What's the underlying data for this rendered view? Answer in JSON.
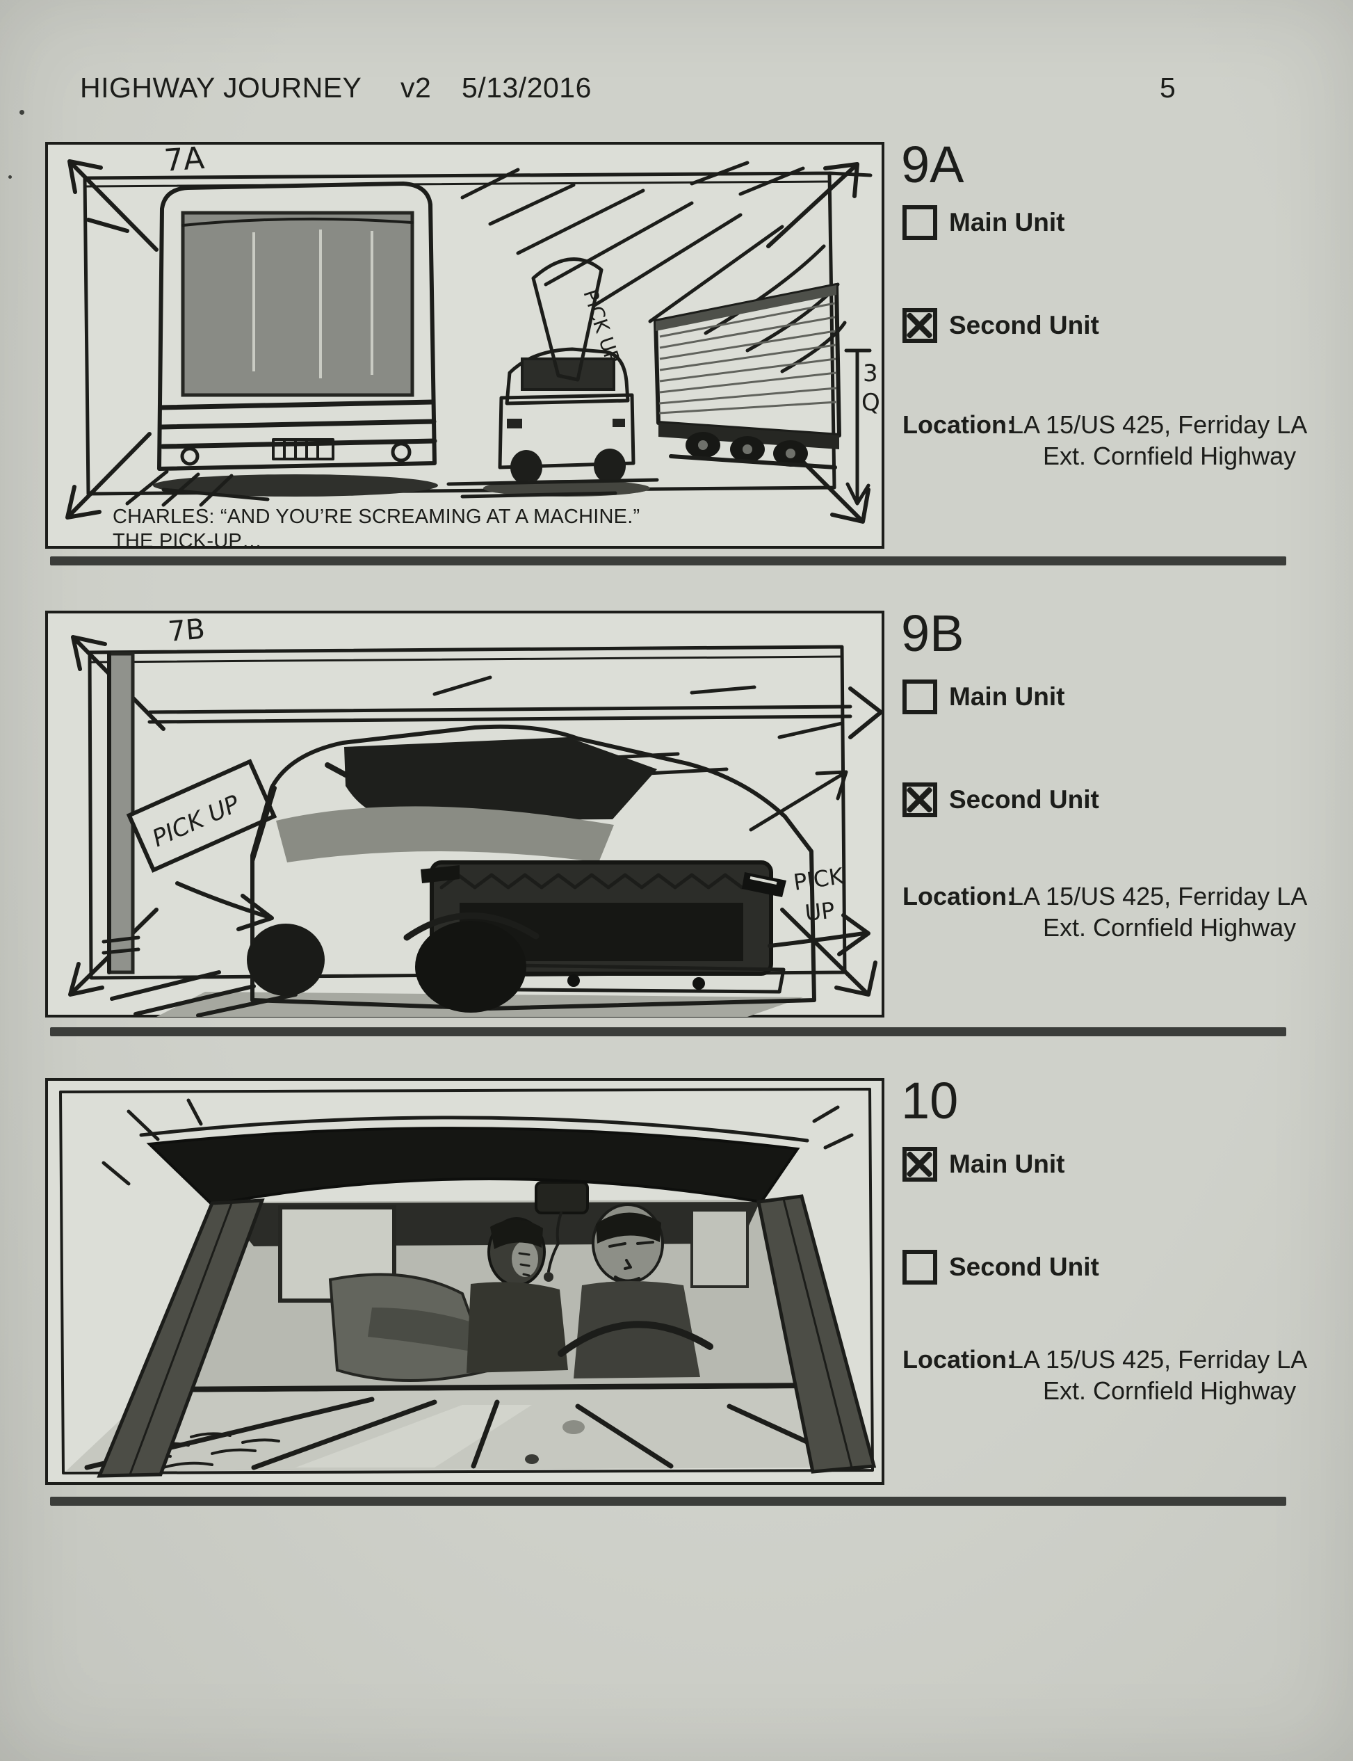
{
  "page": {
    "title": "HIGHWAY JOURNEY",
    "version": "v2",
    "date": "5/13/2016",
    "page_number": "5"
  },
  "labels": {
    "main_unit": "Main Unit",
    "second_unit": "Second Unit",
    "location": "Location:"
  },
  "panels": [
    {
      "id": "9A",
      "main_unit_checked": false,
      "second_unit_checked": true,
      "location_line1": "LA 15/US 425, Ferriday LA",
      "location_line2": "Ext. Cornfield Highway",
      "caption_line1": "CHARLES: “AND YOU’RE SCREAMING AT A MACHINE.”",
      "caption_line2": "THE PICK-UP…",
      "marks": {
        "scene": "7A",
        "banner": "PICK UP",
        "edge_top": "3",
        "edge_bottom": "Q"
      }
    },
    {
      "id": "9B",
      "main_unit_checked": false,
      "second_unit_checked": true,
      "location_line1": "LA 15/US 425, Ferriday LA",
      "location_line2": "Ext. Cornfield Highway",
      "marks": {
        "scene": "7B",
        "sign_left": "PICK UP",
        "sign_right_line1": "PICK",
        "sign_right_line2": "UP"
      }
    },
    {
      "id": "10",
      "main_unit_checked": true,
      "second_unit_checked": false,
      "location_line1": "LA 15/US 425, Ferriday LA",
      "location_line2": "Ext. Cornfield Highway"
    }
  ],
  "colors": {
    "paper": "#cfd1ca",
    "panel-paper": "#dcded7",
    "ink": "#1c1d1a",
    "separator": "#3b3d3a",
    "mid-gray": "#94968f",
    "dark-gray": "#4a4b46",
    "light-gray": "#c3c5be"
  }
}
